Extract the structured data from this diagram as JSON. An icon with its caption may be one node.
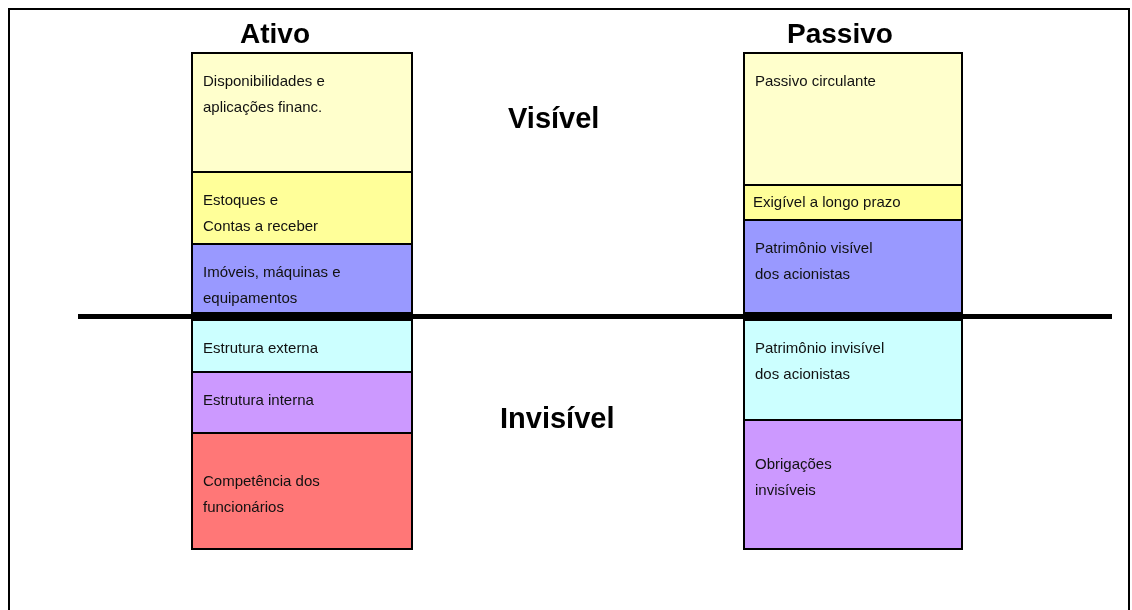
{
  "diagram": {
    "nodes": [
      {
        "text": [
          "Disponibilidades e aplicações financ."
        ]
      },
      {
        "text": [
          "Estoques e Contas a receber"
        ]
      },
      {
        "text": [
          "Imóveis, máquinas e equipamentos"
        ]
      },
      {
        "text": [
          "Estrutura externa"
        ]
      },
      {
        "text": [
          "Estrutura interna"
        ]
      },
      {
        "text": [
          "Competência dos funcionários"
        ]
      },
      {
        "text": [
          "Passivo circulante"
        ]
      },
      {
        "text": [
          "Exigível a longo prazo"
        ]
      },
      {
        "text": [
          "Patrimônio visível dos acionistas"
        ]
      },
      {
        "text": [
          "Patrimônio invisível dos acionistas"
        ]
      },
      {
        "text": [
          "Obrigações invisíveis"
        ]
      }
    ],
    "edges": [],
    "labels": [
      "Ativo",
      "Passivo",
      "Visível",
      "Invisível"
    ]
  }
}
